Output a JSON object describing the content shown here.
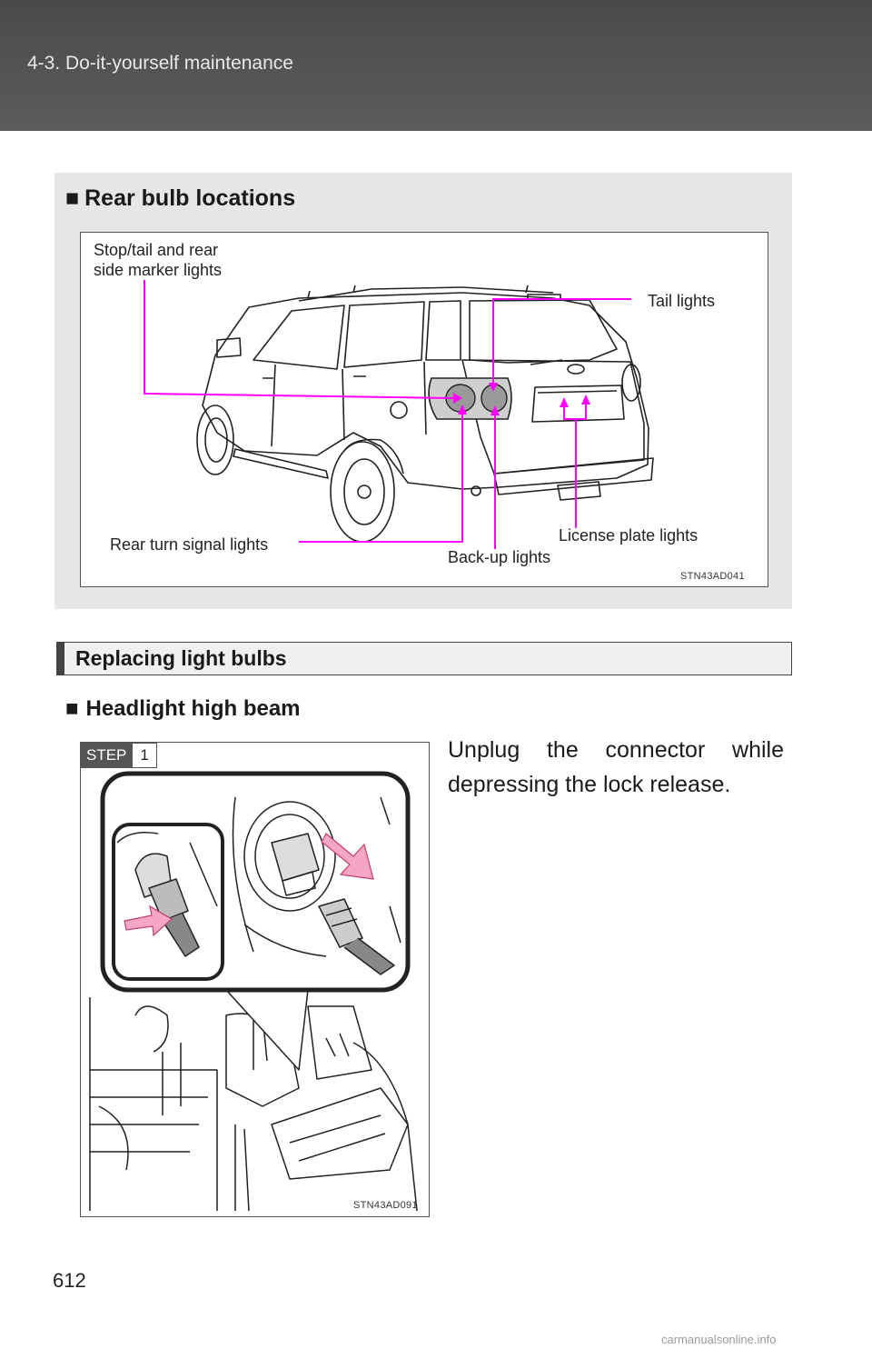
{
  "header": {
    "section": "4-3. Do-it-yourself maintenance"
  },
  "rear_bulbs": {
    "marker": "■",
    "title": "Rear bulb locations",
    "figure_code": "STN43AD041",
    "callouts": {
      "stop_tail_line1": "Stop/tail and rear",
      "stop_tail_line2": "side marker lights",
      "tail": "Tail lights",
      "rear_turn": "Rear turn signal lights",
      "back_up": "Back-up lights",
      "license_plate": "License plate lights"
    },
    "callout_color": "#ff00ff"
  },
  "replacing": {
    "title": "Replacing light bulbs",
    "sub_marker": "■",
    "subtitle": "Headlight high beam",
    "step_word": "STEP",
    "step_number": "1",
    "instruction": "Unplug the connector while depressing the lock release.",
    "figure_code": "STN43AD091"
  },
  "footer": {
    "page_number": "612",
    "watermark": "carmanualsonline.info"
  }
}
